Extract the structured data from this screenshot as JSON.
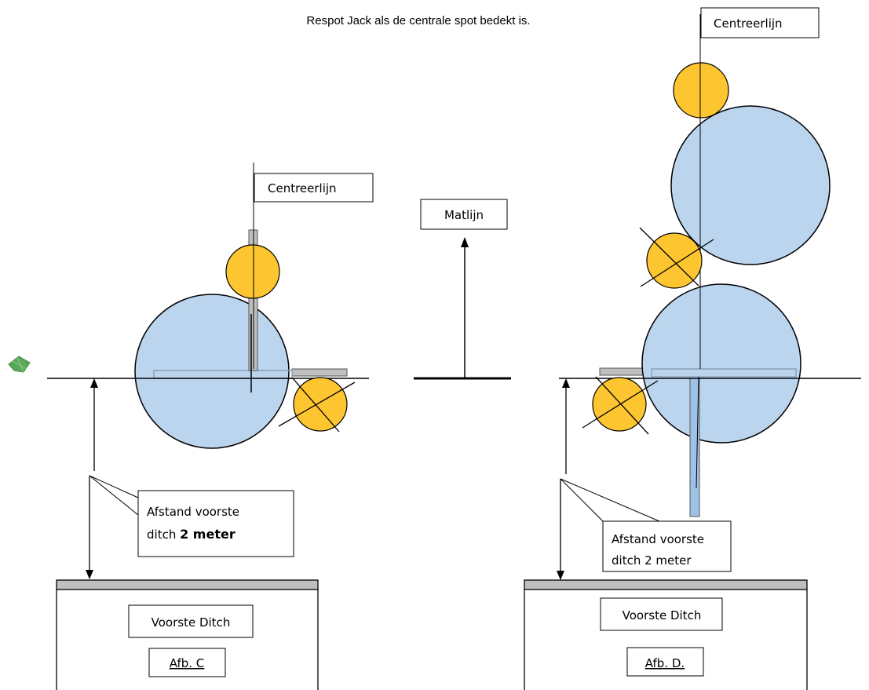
{
  "title": "Respot Jack als de centrale spot bedekt is.",
  "colors": {
    "ball_blue": "#bcd5ee",
    "ball_yellow": "#fdc52f",
    "mat_grey": "#bfbfbf",
    "ditch_green": "#5aa85a"
  },
  "figure_c": {
    "centreline_label": "Centreerlijn",
    "distance_label_line1": "Afstand voorste",
    "distance_label_line2_prefix": "ditch ",
    "distance_label_line2_bold": "2 meter",
    "ditch_label": "Voorste Ditch",
    "caption": "Afb. C"
  },
  "middle": {
    "mat_line_label": "Matlijn"
  },
  "figure_d": {
    "centreline_label": "Centreerlijn",
    "distance_label_line1": "Afstand voorste",
    "distance_label_line2": "ditch 2 meter",
    "ditch_label": "Voorste Ditch",
    "caption": "Afb. D."
  },
  "icons": {
    "edge_marker": "green-diamond-marker-icon",
    "cross_mark": "x-cross-icon",
    "arrow": "arrowhead-icon"
  }
}
